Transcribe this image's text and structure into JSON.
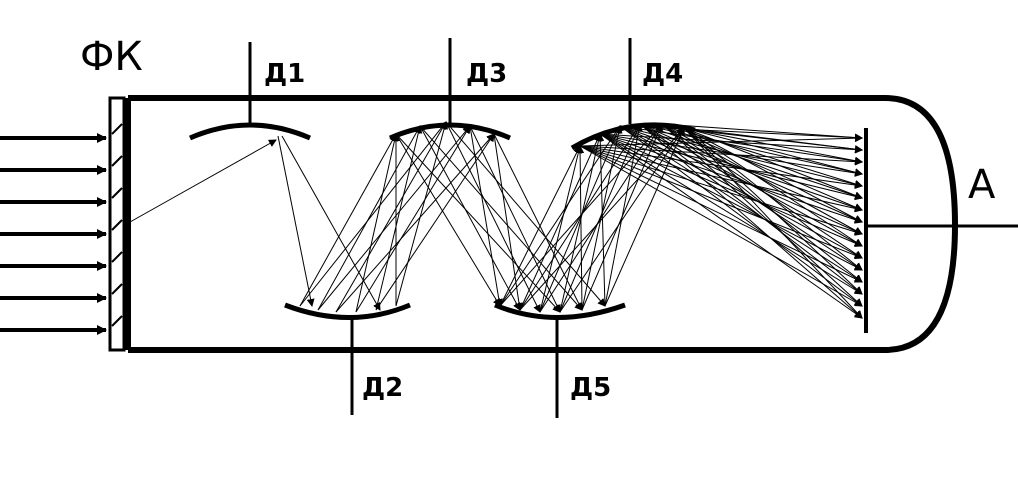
{
  "labels": {
    "photocathode": "ФК",
    "anode": "А",
    "dynodes": [
      "Д1",
      "Д2",
      "Д3",
      "Д4",
      "Д5"
    ]
  },
  "colors": {
    "ink": "#000000",
    "background": "#ffffff"
  }
}
